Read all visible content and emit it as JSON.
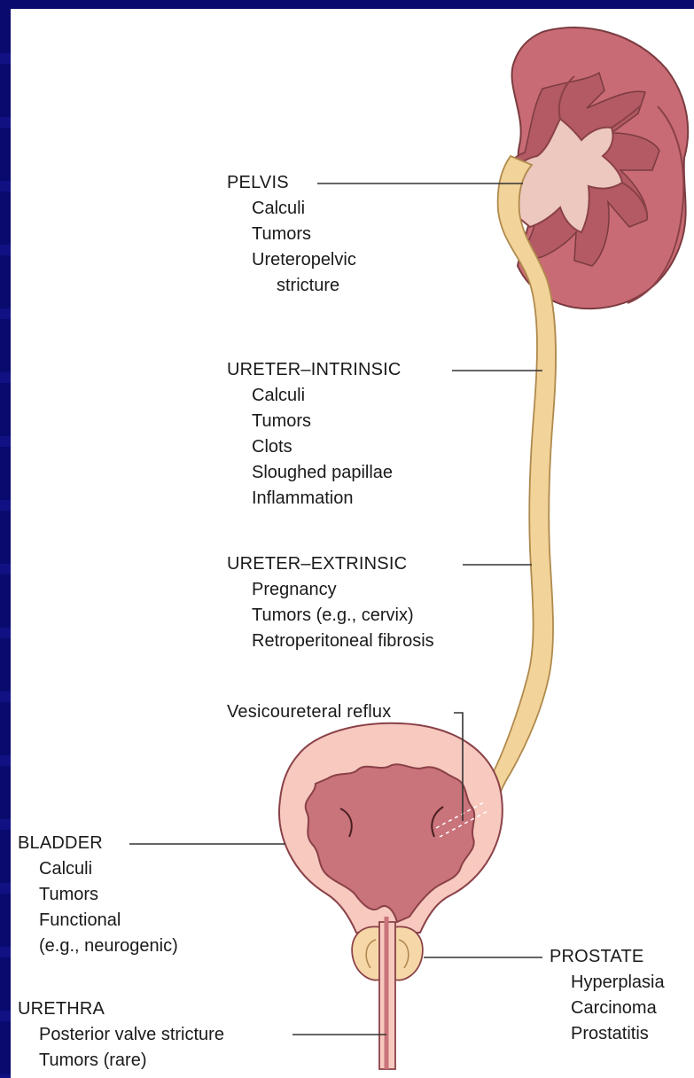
{
  "labels": {
    "pelvis": {
      "title": "PELVIS",
      "items": [
        "Calculi",
        "Tumors",
        "Ureteropelvic",
        "stricture"
      ]
    },
    "ureter_intrinsic": {
      "title": "URETER–INTRINSIC",
      "items": [
        "Calculi",
        "Tumors",
        "Clots",
        "Sloughed papillae",
        "Inflammation"
      ]
    },
    "ureter_extrinsic": {
      "title": "URETER–EXTRINSIC",
      "items": [
        "Pregnancy",
        "Tumors (e.g., cervix)",
        "Retroperitoneal fibrosis"
      ]
    },
    "reflux": {
      "title": "Vesicoureteral reflux"
    },
    "bladder": {
      "title": "BLADDER",
      "items": [
        "Calculi",
        "Tumors",
        "Functional",
        "(e.g., neurogenic)"
      ]
    },
    "urethra": {
      "title": "URETHRA",
      "items": [
        "Posterior valve stricture",
        "Tumors (rare)"
      ]
    },
    "prostate": {
      "title": "PROSTATE",
      "items": [
        "Hyperplasia",
        "Carcinoma",
        "Prostatitis"
      ]
    }
  },
  "colors": {
    "background": "#0a0a6e",
    "kidney_cortex": "#c96b74",
    "kidney_medulla": "#a8545d",
    "kidney_pelvis": "#ecc8bf",
    "ureter": "#f2d39a",
    "bladder_wall": "#f7c9bf",
    "bladder_lumen": "#c9737a",
    "prostate": "#f6d7a8",
    "leader_line": "#333333"
  }
}
